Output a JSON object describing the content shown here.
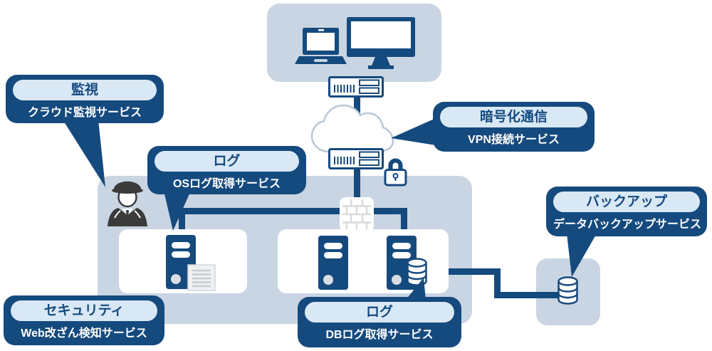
{
  "diagram_type": "cloud-security-services-network-diagram",
  "callouts": {
    "monitoring": {
      "title": "監視",
      "subtitle": "クラウド監視サービス"
    },
    "os_log": {
      "title": "ログ",
      "subtitle": "OSログ取得サービス"
    },
    "vpn": {
      "title": "暗号化通信",
      "subtitle": "VPN接続サービス"
    },
    "backup": {
      "title": "バックアップ",
      "subtitle": "データバックアップサービス"
    },
    "security": {
      "title": "セキュリティ",
      "subtitle": "Web改ざん検知サービス"
    },
    "db_log": {
      "title": "ログ",
      "subtitle": "DBログ取得サービス"
    }
  },
  "icons": {
    "client_devices": [
      "laptop-icon",
      "desktop-monitor-icon"
    ],
    "network_path": [
      "network-switch-icon",
      "cloud-icon",
      "network-switch-icon",
      "padlock-icon",
      "firewall-brick-icon"
    ],
    "datacenter": [
      "security-guard-icon",
      "server-tower-icon",
      "document-icon",
      "server-tower-icon",
      "server-tower-icon",
      "database-icon"
    ],
    "backup_site": [
      "database-icon"
    ]
  },
  "colors": {
    "navy": "#154a7e",
    "panel_blue": "#c9d5e3",
    "pill_light": "#d9e8f5",
    "white": "#ffffff",
    "brick_gray": "#d9d9d9",
    "guard_dark": "#3b3b3b"
  }
}
